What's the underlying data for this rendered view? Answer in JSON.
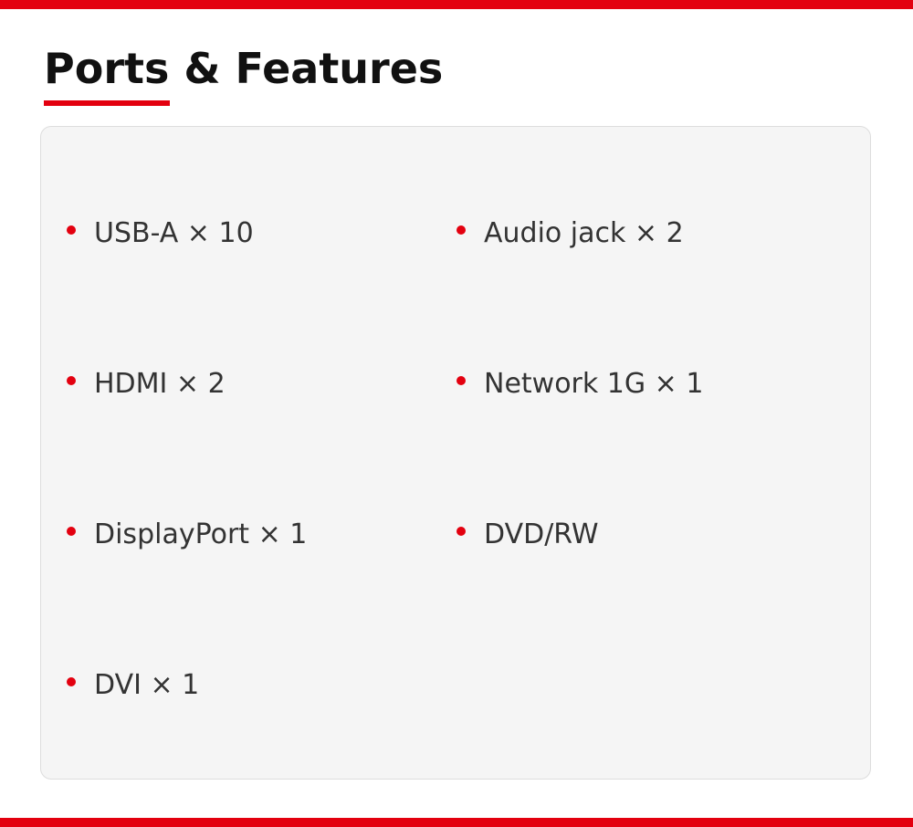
{
  "page": {
    "title": "Ports & Features"
  },
  "theme": {
    "accent": "#e3000f",
    "panel_bg": "#f5f5f5",
    "text": "#333333",
    "title_text": "#111111"
  },
  "features": {
    "left": [
      {
        "label": "USB-A × 10"
      },
      {
        "label": "HDMI × 2"
      },
      {
        "label": "DisplayPort × 1"
      },
      {
        "label": "DVI × 1"
      }
    ],
    "right": [
      {
        "label": "Audio jack × 2"
      },
      {
        "label": "Network 1G × 1"
      },
      {
        "label": "DVD/RW"
      }
    ]
  }
}
